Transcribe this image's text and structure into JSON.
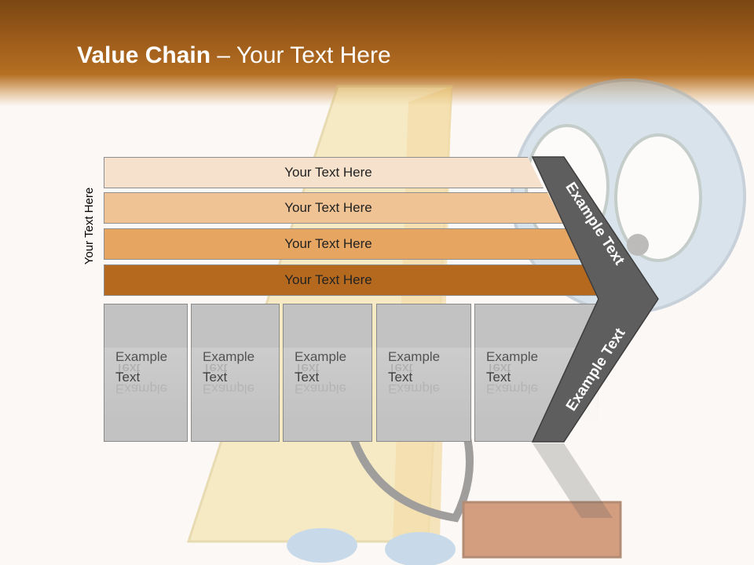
{
  "slide": {
    "title_bold": "Value Chain",
    "title_rest": " – Your Text Here",
    "side_label": "Your Text Here",
    "bands": [
      "Your Text Here",
      "Your Text Here",
      "Your Text Here",
      "Your Text Here"
    ],
    "boxes": [
      {
        "line1": "Example",
        "line2": "Text"
      },
      {
        "line1": "Example",
        "line2": "Text"
      },
      {
        "line1": "Example",
        "line2": "Text"
      },
      {
        "line1": "Example",
        "line2": "Text"
      },
      {
        "line1": "Example",
        "line2": "Text"
      }
    ],
    "chevron_top": "Example Text",
    "chevron_bottom": "Example Text"
  },
  "colors": {
    "header": "#9b5a1a",
    "band1": "#f6e2cc",
    "band2": "#efc394",
    "band3": "#e6a662",
    "band4": "#b5691f",
    "box": "#c2c2c2",
    "chevron": "#5e5e5e"
  }
}
